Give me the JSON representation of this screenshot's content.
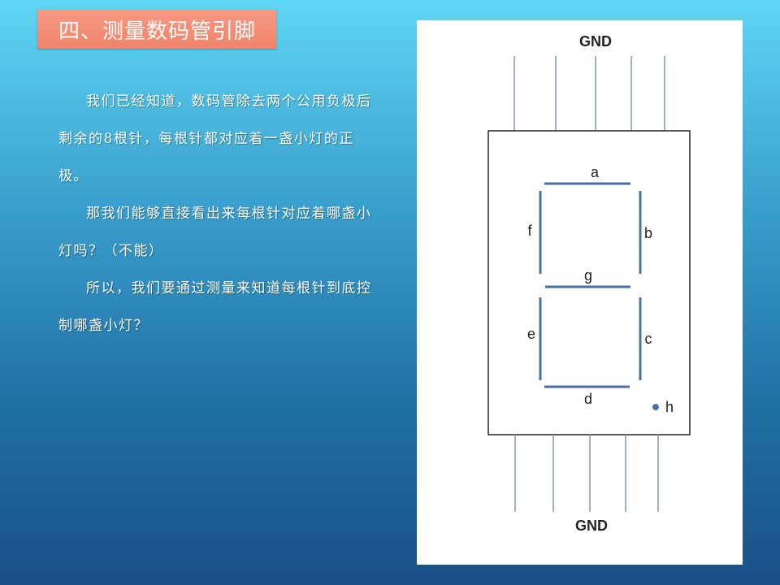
{
  "slide": {
    "title": "四、测量数码管引脚",
    "paragraphs": [
      "我们已经知道，数码管除去两个公用负极后剩余的8根针，每根针都对应着一盏小灯的正极。",
      "那我们能够直接看出来每根针对应着哪盏小灯吗？（不能）",
      "所以，我们要通过测量来知道每根针到底控制哪盏小灯？"
    ]
  },
  "diagram": {
    "top_label": "GND",
    "bottom_label": "GND",
    "segments": {
      "a": "a",
      "b": "b",
      "c": "c",
      "d": "d",
      "e": "e",
      "f": "f",
      "g": "g",
      "h": "h"
    },
    "colors": {
      "segment": "#4a6fa0",
      "pin": "#7f97b8",
      "outline": "#222222"
    }
  }
}
